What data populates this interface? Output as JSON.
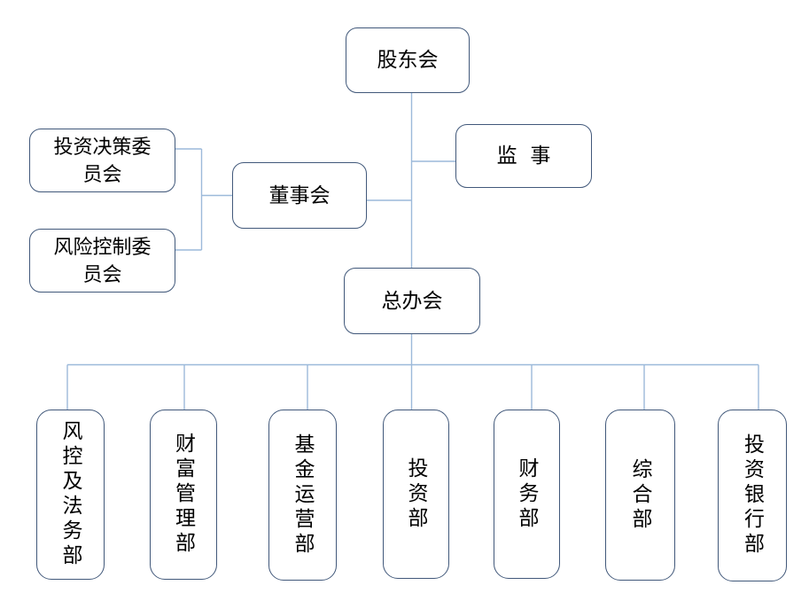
{
  "colors": {
    "background": "#ffffff",
    "box_border": "#41587a",
    "connector": "#9cb9da",
    "text": "#000000"
  },
  "org_chart": {
    "type": "organization-chart",
    "nodes": {
      "shareholders_meeting": {
        "label": "股东会"
      },
      "investment_decision_committee": {
        "label": "投资决策委\n员会"
      },
      "risk_control_committee": {
        "label": "风险控制委\n员会"
      },
      "board_of_directors": {
        "label": "董事会"
      },
      "supervisor": {
        "label": "监 事"
      },
      "general_office_meeting": {
        "label": "总办会"
      },
      "departments": [
        {
          "label": "风控及法务部"
        },
        {
          "label": "财富管理部"
        },
        {
          "label": "基金运营部"
        },
        {
          "label": "投资部"
        },
        {
          "label": "财务部"
        },
        {
          "label": "综合部"
        },
        {
          "label": "投资银行部"
        }
      ]
    },
    "edges": [
      {
        "from": "shareholders_meeting",
        "to": "supervisor"
      },
      {
        "from": "shareholders_meeting",
        "to": "board_of_directors"
      },
      {
        "from": "investment_decision_committee",
        "to": "board_of_directors"
      },
      {
        "from": "risk_control_committee",
        "to": "board_of_directors"
      },
      {
        "from": "shareholders_meeting",
        "to": "general_office_meeting"
      },
      {
        "from": "general_office_meeting",
        "to": "风控及法务部"
      },
      {
        "from": "general_office_meeting",
        "to": "财富管理部"
      },
      {
        "from": "general_office_meeting",
        "to": "基金运营部"
      },
      {
        "from": "general_office_meeting",
        "to": "投资部"
      },
      {
        "from": "general_office_meeting",
        "to": "财务部"
      },
      {
        "from": "general_office_meeting",
        "to": "综合部"
      },
      {
        "from": "general_office_meeting",
        "to": "投资银行部"
      }
    ]
  }
}
